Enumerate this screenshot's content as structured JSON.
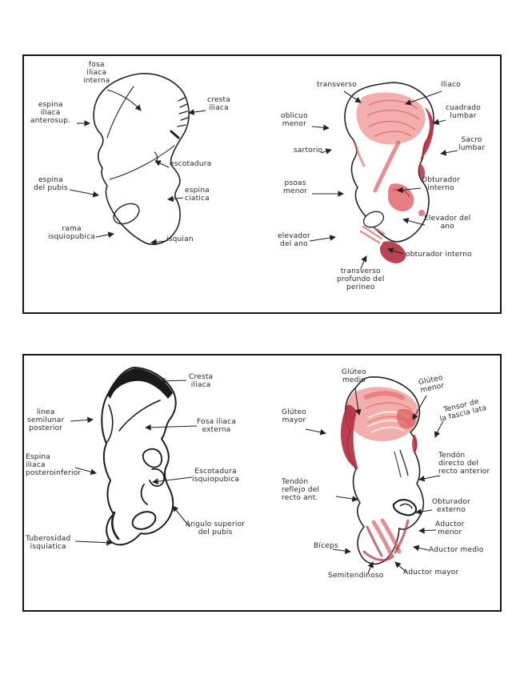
{
  "colors": {
    "ink": "#232323",
    "paper": "#ffffff",
    "muscle_light": "#f2a6a4",
    "muscle_mid": "#de5f62",
    "muscle_dark": "#b52f3f"
  },
  "panel_top": {
    "bone_labels": [
      "fosa\niliaca\ninterna",
      "cresta\niliaca",
      "espina\niliaca\nanterosup.",
      "escotadura",
      "espina\ndel pubis",
      "espina\nciatica",
      "rama\nisquiopubica",
      "isquian"
    ],
    "muscle_labels": [
      "transverso",
      "Iliaco",
      "oblicuo\nmenor",
      "cuadrado\nlumbar",
      "sartorio",
      "Sacro\nlumbar",
      "psoas\nmenor",
      "Obturador\ninterno",
      "Elevador del\nano",
      "elevador\ndel ano",
      "obturador interno",
      "transverso\nprofundo del\nperineo"
    ]
  },
  "panel_bottom": {
    "bone_labels": [
      "Cresta\niliaca",
      "linea\nsemilunar\nposterior",
      "Fosa iliaca\nexterna",
      "Espina\niliaca\nposteroinferior",
      "Escotadura\nisquiopubica",
      "Angulo superior\ndel pubis",
      "Tuberosidad\nisquiatica"
    ],
    "muscle_labels": [
      "Glúteo\nmedio",
      "Glúteo\nmenor",
      "Glúteo\nmayor",
      "Tensor de\nla fascia lata",
      "Tendón\ndirecto del\nrecto anterior",
      "Tendón\nreflejo del\nrecto ant.",
      "Obturador\nexterno",
      "Aductor\nmenor",
      "Bíceps",
      "Aductor medio",
      "Semitendinoso",
      "Aductor mayor"
    ]
  }
}
